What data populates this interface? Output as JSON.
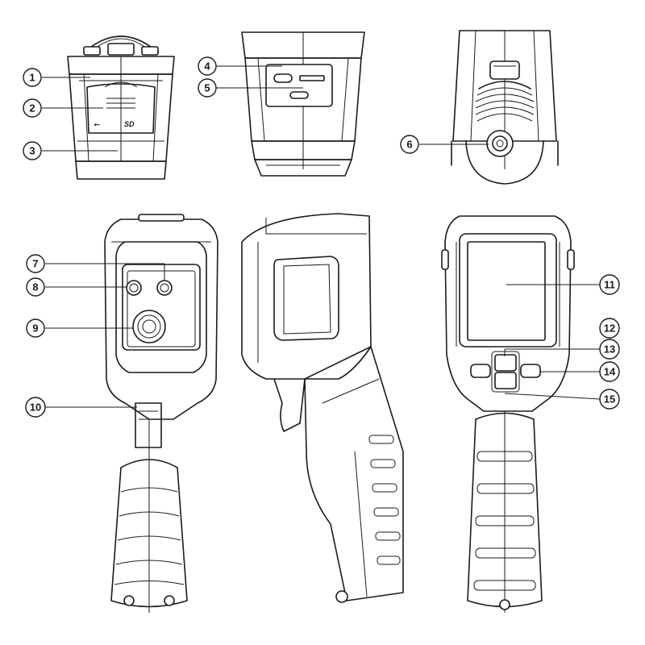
{
  "callouts": [
    {
      "id": "1",
      "label": "1"
    },
    {
      "id": "2",
      "label": "2"
    },
    {
      "id": "3",
      "label": "3"
    },
    {
      "id": "4",
      "label": "4"
    },
    {
      "id": "5",
      "label": "5"
    },
    {
      "id": "6",
      "label": "6"
    },
    {
      "id": "7",
      "label": "7"
    },
    {
      "id": "8",
      "label": "8"
    },
    {
      "id": "9",
      "label": "9"
    },
    {
      "id": "10",
      "label": "10"
    },
    {
      "id": "11",
      "label": "11"
    },
    {
      "id": "12",
      "label": "12"
    },
    {
      "id": "13",
      "label": "13"
    },
    {
      "id": "14",
      "label": "14"
    },
    {
      "id": "15",
      "label": "15"
    }
  ],
  "markings": {
    "usb_symbol": "⭠",
    "sd_text": "SD"
  }
}
